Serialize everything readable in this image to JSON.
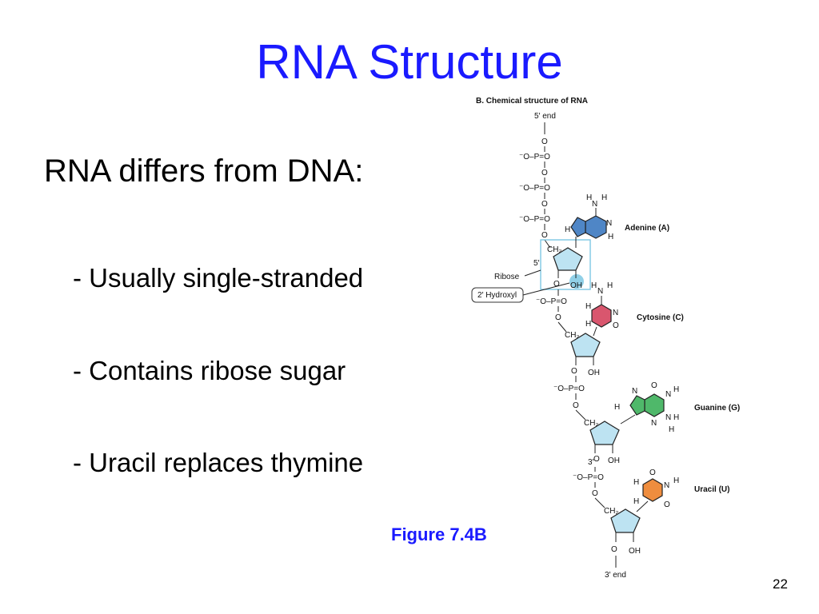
{
  "slide": {
    "title": "RNA Structure",
    "lead": "RNA differs from DNA:",
    "bullets": [
      "- Usually single-stranded",
      "- Contains ribose sugar",
      "- Uracil replaces thymine"
    ],
    "caption": "Figure 7.4B",
    "page_number": "22"
  },
  "figure": {
    "heading": "B. Chemical structure of RNA",
    "five_end": "5′ end",
    "three_end": "3′ end",
    "ribose_label": "Ribose",
    "hydroxyl_label": "2′ Hydroxyl",
    "ch2": "CH₂",
    "oh": "OH",
    "phosphate": "⁻O–P=O",
    "o": "O",
    "five_prime": "5′",
    "three_prime": "3′",
    "bases": [
      {
        "name": "Adenine (A)",
        "color": "#4f86c6"
      },
      {
        "name": "Cytosine (C)",
        "color": "#d9566e"
      },
      {
        "name": "Guanine (G)",
        "color": "#4fb86a"
      },
      {
        "name": "Uracil (U)",
        "color": "#ef8d3e"
      }
    ],
    "colors": {
      "highlight": "#7ec8e3",
      "ring": "#bde3f2",
      "title_blue": "#1a1aff"
    }
  }
}
